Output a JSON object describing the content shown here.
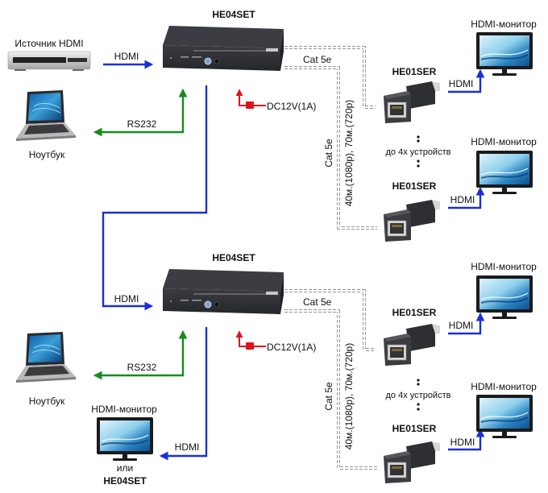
{
  "colors": {
    "hdmi": "#1a2fd6",
    "rs232": "#178a1f",
    "power": "#e0121b",
    "device_dark": "#2b2d31",
    "cable": "#555555"
  },
  "top_group": {
    "switch_title": "HE04SET",
    "source_label": "Источник HDMI",
    "hdmi_in_label": "HDMI",
    "rs232_label": "RS232",
    "laptop_label": "Ноутбук",
    "power_label": "DC12V(1A)",
    "cable_h_label": "Cat 5e",
    "cable_v_label_1": "Cat 5e",
    "cable_v_label_2": "40м.(1080p), 70м.(720p)",
    "receivers": [
      {
        "title": "HE01SER",
        "hdmi_label": "HDMI",
        "monitor_label": "HDMI-монитор"
      },
      {
        "title": "HE01SER",
        "hdmi_label": "HDMI",
        "monitor_label": "HDMI-монитор"
      }
    ],
    "up_to_label": "до 4х устройств"
  },
  "bottom_group": {
    "switch_title": "HE04SET",
    "hdmi_in_label": "HDMI",
    "rs232_label": "RS232",
    "laptop_label": "Ноутбук",
    "power_label": "DC12V(1A)",
    "cable_h_label": "Cat 5e",
    "cable_v_label_1": "Cat 5e",
    "cable_v_label_2": "40м.(1080p), 70м.(720p)",
    "receivers": [
      {
        "title": "HE01SER",
        "hdmi_label": "HDMI",
        "monitor_label": "HDMI-монитор"
      },
      {
        "title": "HE01SER",
        "hdmi_label": "HDMI",
        "monitor_label": "HDMI-монитор"
      }
    ],
    "up_to_label": "до 4х устройств",
    "loop_out": {
      "monitor_label": "HDMI-монитор",
      "hdmi_label": "HDMI",
      "or_label": "или",
      "alt_device": "HE04SET"
    }
  }
}
